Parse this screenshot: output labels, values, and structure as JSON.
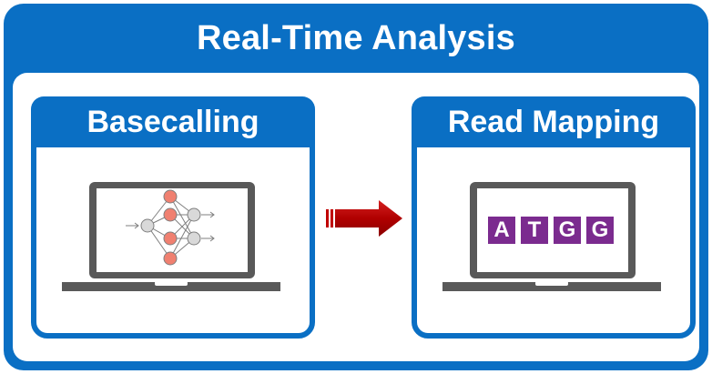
{
  "title": "Real-Time Analysis",
  "panels": [
    {
      "label": "Basecalling",
      "icon": "neural-network-icon"
    },
    {
      "label": "Read Mapping",
      "icon": "dna-sequence-icon"
    }
  ],
  "sequence": [
    "A",
    "T",
    "G",
    "G"
  ],
  "colors": {
    "primary": "#0a6fc4",
    "arrow": "#c00000",
    "laptop": "#595959",
    "sequence_box": "#7b2b8f",
    "node_orange": "#f08070",
    "node_gray": "#d9d9d9"
  }
}
